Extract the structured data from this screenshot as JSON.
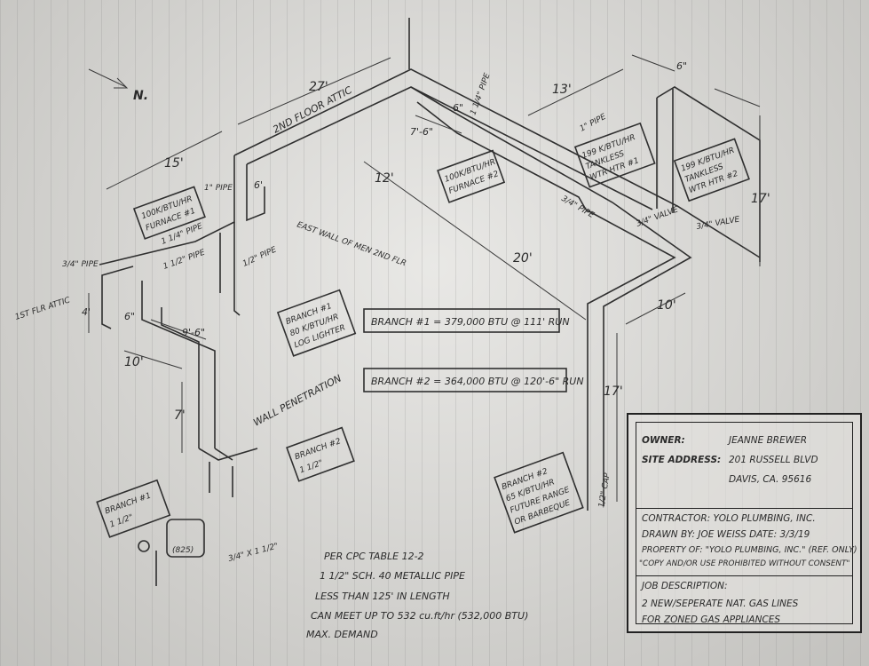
{
  "north_label": "N.",
  "dims": {
    "d27": "27'",
    "d15": "15'",
    "d13": "13'",
    "d6a": "6\"",
    "d7_6": "7'-6\"",
    "d6b": "6\"",
    "d12": "12'",
    "d20": "20'",
    "d17a": "17'",
    "d17b": "17'",
    "d10a": "10'",
    "d10b": "10'",
    "d9_6": "9'-6\"",
    "d7": "7'",
    "d4": "4'",
    "d6c": "6\"",
    "d6d": "6'"
  },
  "labels": {
    "floor_attic": "2ND FLOOR ATTIC",
    "first_flr_attic": "1ST FLR ATTIC",
    "pipe_3_4": "3/4\" PIPE",
    "pipe_1": "1\" PIPE",
    "pipe_1b": "1\" PIPE",
    "pipe_1_half": "1 1/2\" PIPE",
    "pipe_1_quarter": "1 1/4\" PIPE",
    "pipe_1_quarter_b": "1 1/4\" PIPE",
    "pipe_half": "1/2\" PIPE",
    "pipe_3_4b": "3/4\" PIPE",
    "valve_a": "3/4\" VALVE",
    "valve_b": "3/4\" VALVE",
    "east_wall": "EAST WALL OF MEN 2ND FLR",
    "wall_penetration": "WALL PENETRATION",
    "cap": "1/2\" CAP",
    "tee_size": "3/4\" X 1 1/2\"",
    "meter": "(825)"
  },
  "appliances": {
    "furnace1": [
      "100K/BTU/HR",
      "FURNACE #1"
    ],
    "furnace2": [
      "100K/BTU/HR",
      "FURNACE #2"
    ],
    "heater1": [
      "199 K/BTU/HR",
      "TANKLESS",
      "WTR HTR #1"
    ],
    "heater2": [
      "199 K/BTU/HR",
      "TANKLESS",
      "WTR HTR #2"
    ],
    "branch1_log": [
      "BRANCH #1",
      "80 K/BTU/HR",
      "LOG LIGHTER"
    ],
    "branch2_range": [
      "BRANCH #2",
      "65 K/BTU/HR",
      "FUTURE RANGE",
      "OR BARBEQUE"
    ],
    "branch1_box": [
      "BRANCH #1",
      "1 1/2\""
    ],
    "branch2_box": [
      "BRANCH #2",
      "1 1/2\""
    ]
  },
  "summaries": {
    "branch1": "BRANCH #1 = 379,000 BTU @ 111' RUN",
    "branch2": "BRANCH #2 = 364,000 BTU @ 120'-6\" RUN"
  },
  "notes": [
    "PER CPC TABLE 12-2",
    "1 1/2\" SCH. 40 METALLIC PIPE",
    "LESS THAN 125' IN LENGTH",
    "CAN MEET UP TO 532 cu.ft/hr (532,000 BTU)",
    "MAX. DEMAND"
  ],
  "title_block": {
    "owner_label": "OWNER:",
    "owner": "JEANNE BREWER",
    "site_label": "SITE ADDRESS:",
    "site_line1": "201 RUSSELL BLVD",
    "site_line2": "DAVIS, CA. 95616",
    "contractor": "CONTRACTOR: YOLO PLUMBING, INC.",
    "drawn_by": "DRAWN BY: JOE WEISS  DATE: 3/3/19",
    "property": "PROPERTY OF: \"YOLO PLUMBING, INC.\" (REF. ONLY)",
    "copy": "\"COPY AND/OR USE PROHIBITED WITHOUT CONSENT\"",
    "job_label": "JOB DESCRIPTION:",
    "job_line1": "2 NEW/SEPERATE NAT. GAS LINES",
    "job_line2": "FOR ZONED GAS APPLIANCES"
  }
}
